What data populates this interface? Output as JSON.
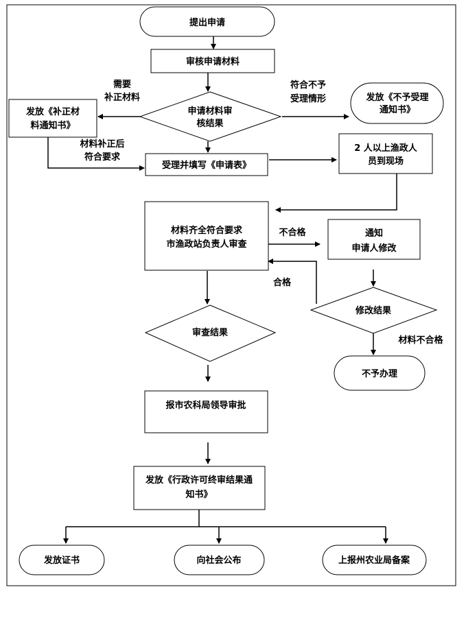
{
  "nodes": {
    "start": "提出申请",
    "review_materials": "审核申请材料",
    "review_result": [
      "申请材料审",
      "核结果"
    ],
    "issue_supplement_notice": [
      "发放《补正材",
      "料通知书》"
    ],
    "issue_rejection_notice": [
      "发放《不予受理",
      "通知书》"
    ],
    "accept_and_fill_form": "受理并填写《申请表》",
    "onsite_inspection": [
      "2 人以上渔政人",
      "员到现场"
    ],
    "station_review": [
      "材料齐全符合要求",
      "市渔政站负责人审查"
    ],
    "notify_applicant_revise": [
      "通知",
      "申请人修改"
    ],
    "revision_result": "修改结果",
    "review_outcome": "审查结果",
    "not_processed": "不予办理",
    "report_to_bureau": "报市农科局领导审批",
    "issue_final_notice": [
      "发放《行政许可终审结果通",
      "知书》"
    ],
    "issue_certificate": "发放证书",
    "publish_to_public": "向社会公布",
    "report_to_prefecture": "上报州农业局备案"
  },
  "edge_labels": {
    "need_supplement": [
      "需要",
      "补正材料"
    ],
    "not_acceptable": [
      "符合不予",
      "受理情形"
    ],
    "supplement_ok": [
      "材料补正后",
      "符合要求"
    ],
    "unqualified": "不合格",
    "qualified": "合格",
    "materials_unqualified": "材料不合格"
  }
}
